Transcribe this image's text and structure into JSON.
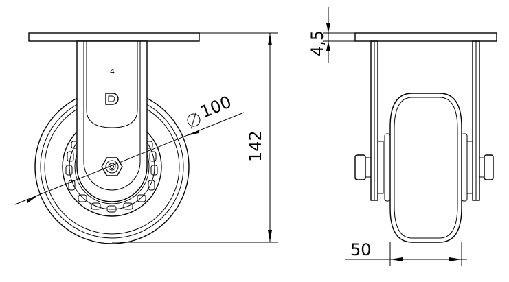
{
  "drawing": {
    "front_view": {
      "mark_number": "4",
      "diameter_symbol": "⌀",
      "diameter_value": "100",
      "height_value": "142"
    },
    "side_view": {
      "plate_thickness_value": "4,5",
      "wheel_width_value": "50"
    }
  }
}
